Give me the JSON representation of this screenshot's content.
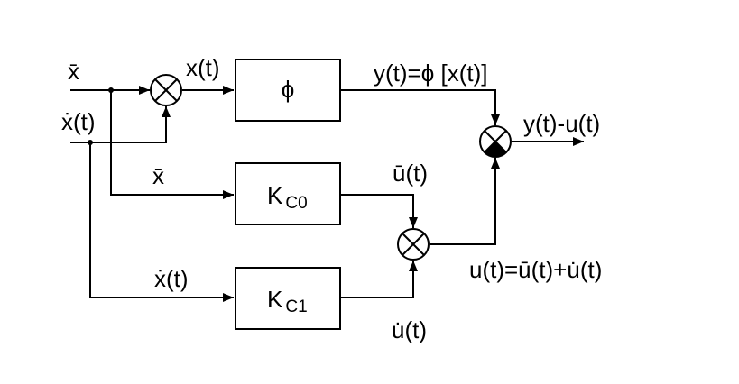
{
  "labels": {
    "x_bar_in": "x̄",
    "x_dot_in": "ẋ(t)",
    "x_t": "x(t)",
    "y_eq": "y(t)=ϕ [x(t)]",
    "y_minus_u": "y(t)-u(t)",
    "x_bar_mid": "x̄",
    "u_bar": "ū(t)",
    "x_dot_mid": "ẋ(t)",
    "u_eq": "u(t)=ū(t)+u̇(t)",
    "u_dot": "u̇(t)"
  },
  "blocks": {
    "phi": "ϕ",
    "kc0_main": "K",
    "kc0_sub": "C0",
    "kc1_main": "K",
    "kc1_sub": "C1"
  }
}
